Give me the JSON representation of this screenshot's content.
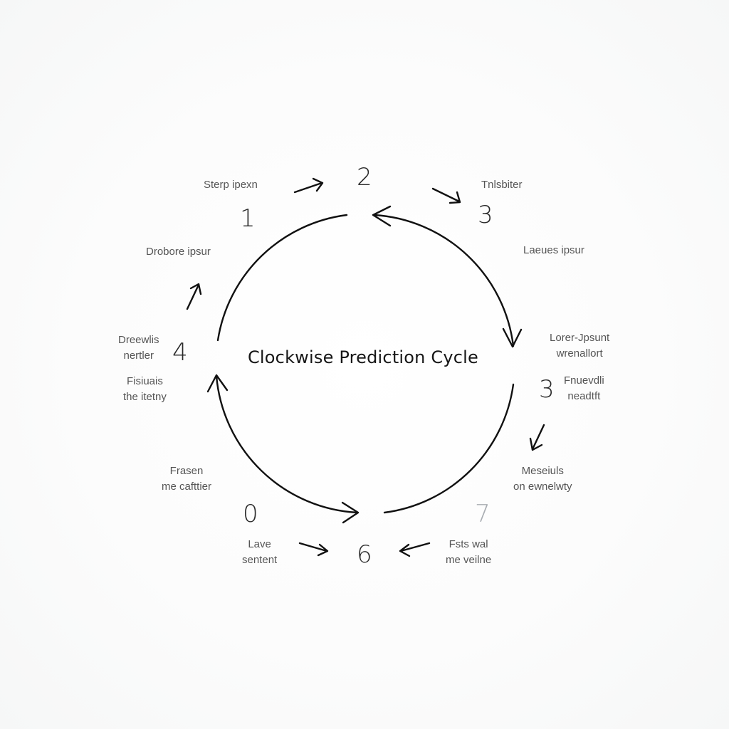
{
  "diagram": {
    "title": "Clockwise Prediction Cycle",
    "stroke_color": "#111111",
    "background": "#fbfbfb",
    "numbers": [
      {
        "id": "n1",
        "text": "1"
      },
      {
        "id": "n2",
        "text": "2"
      },
      {
        "id": "n3-top",
        "text": "3"
      },
      {
        "id": "n4",
        "text": "4"
      },
      {
        "id": "n3-right",
        "text": "3"
      },
      {
        "id": "n0",
        "text": "0"
      },
      {
        "id": "n6",
        "text": "6"
      },
      {
        "id": "n7",
        "text": "7"
      }
    ],
    "labels": {
      "step_ipsum": {
        "line1": "Sterp ipexn"
      },
      "trisbiter": {
        "line1": "Tnlsbiter"
      },
      "drobore": {
        "line1": "Drobore ipsur"
      },
      "leeves": {
        "line1": "Laeues ipsur"
      },
      "lorem_ipsum": {
        "line1": "Lorer-Jpsunt",
        "line2": "wrenallort"
      },
      "freudi": {
        "line1": "Fnuevdli",
        "line2": "neadtft"
      },
      "drewlis": {
        "line1": "Dreewlis",
        "line2": "nertler"
      },
      "fisiuais": {
        "line1": "Fisiuais",
        "line2": "the itetny"
      },
      "meseiuls": {
        "line1": "Meseiuls",
        "line2": "on ewnelwty"
      },
      "frasen": {
        "line1": "Frasen",
        "line2": "me cafttier"
      },
      "lave": {
        "line1": "Lave",
        "line2": "sentent"
      },
      "fsts": {
        "line1": "Fsts wal",
        "line2": "me veilne"
      }
    }
  }
}
